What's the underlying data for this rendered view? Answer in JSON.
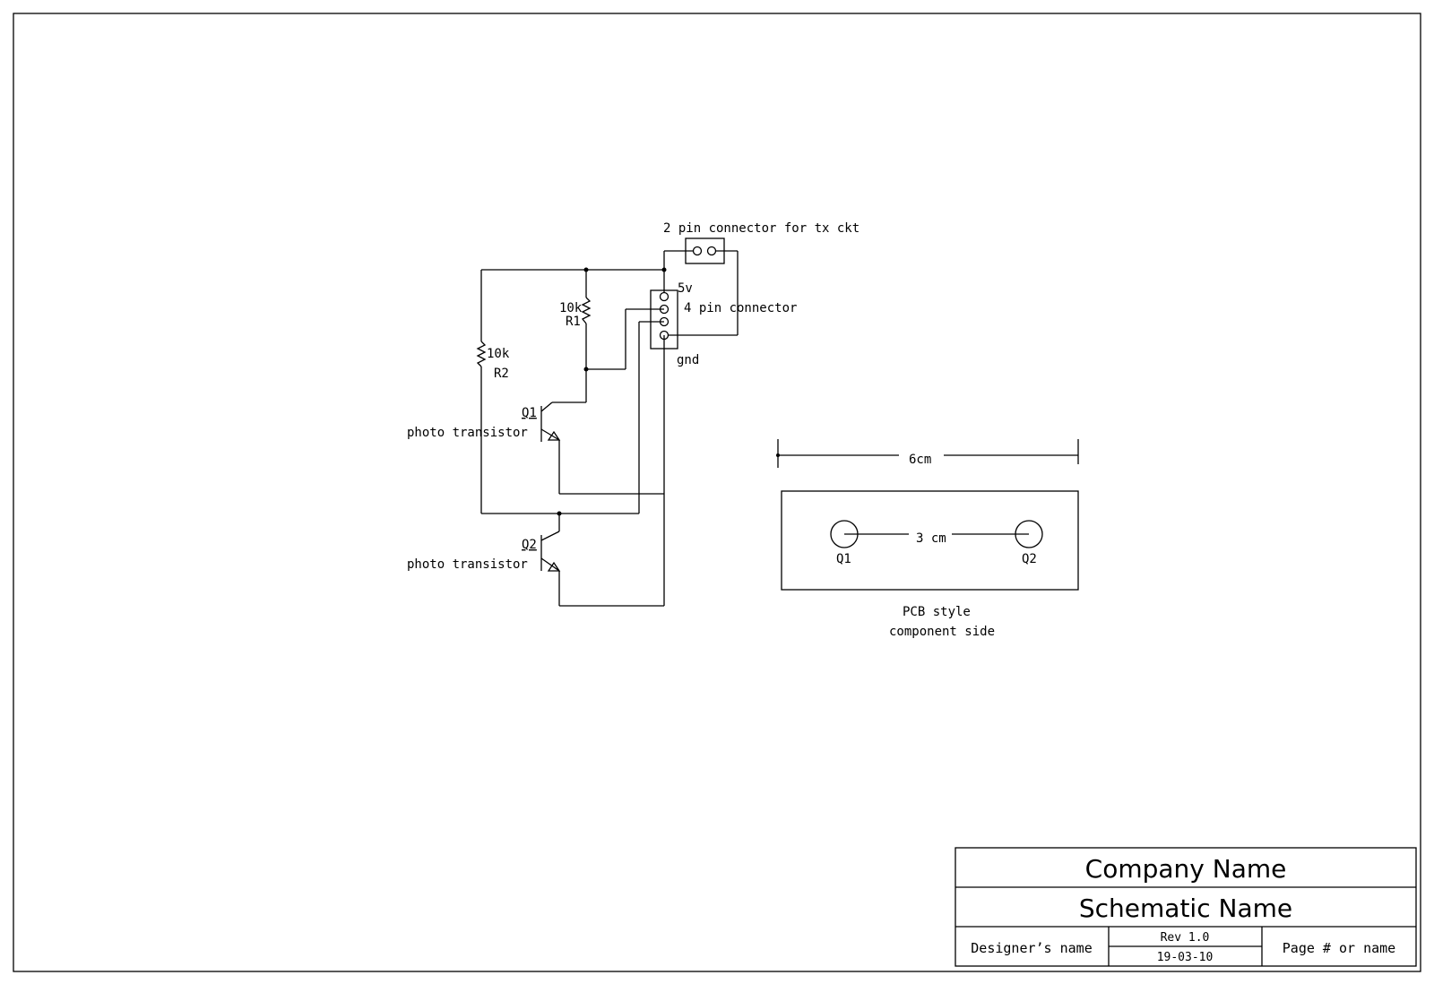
{
  "schematic": {
    "tx_connector_label": "2 pin connector for tx ckt",
    "connector_label": "4 pin connector",
    "vcc_label": "5v",
    "gnd_label": "gnd",
    "r1": {
      "value": "10k",
      "ref": "R1"
    },
    "r2": {
      "value": "10k",
      "ref": "R2"
    },
    "q1": {
      "ref": "Q1",
      "desc": "photo transistor"
    },
    "q2": {
      "ref": "Q2",
      "desc": "photo transistor"
    }
  },
  "pcb": {
    "width_label": "6cm",
    "spacing_label": "3 cm",
    "q1_label": "Q1",
    "q2_label": "Q2",
    "caption_line1": "PCB style",
    "caption_line2": "component side"
  },
  "title_block": {
    "company": "Company Name",
    "schematic_name": "Schematic Name",
    "designer": "Designer’s name",
    "rev": "Rev 1.0",
    "date": "19-03-10",
    "page": "Page # or name"
  }
}
